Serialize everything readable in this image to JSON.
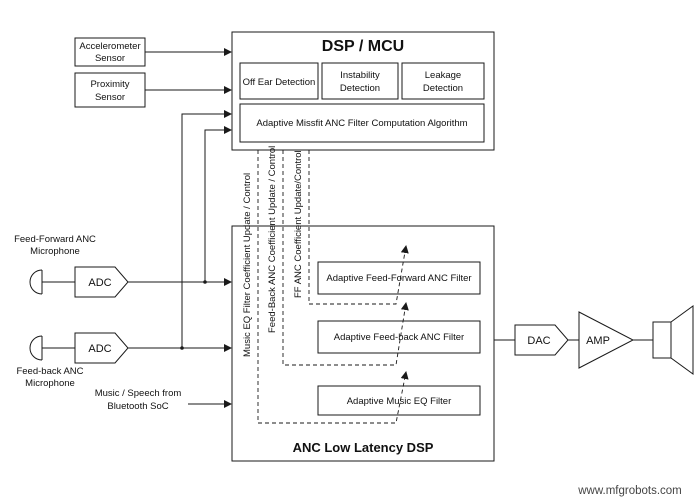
{
  "inputs": {
    "accelerometer": [
      "Accelerometer",
      "Sensor"
    ],
    "proximity": [
      "Proximity",
      "Sensor"
    ],
    "ff_mic": [
      "Feed-Forward ANC",
      "Microphone"
    ],
    "fb_mic": [
      "Feed-back ANC",
      "Microphone"
    ],
    "music": [
      "Music / Speech from",
      "Bluetooth SoC"
    ]
  },
  "adc_label": "ADC",
  "dsp_mcu": {
    "title": "DSP / MCU",
    "off_ear": "Off Ear Detection",
    "instability": [
      "Instability",
      "Detection"
    ],
    "leakage": [
      "Leakage",
      "Detection"
    ],
    "algorithm": "Adaptive Missfit ANC Filter Computation Algorithm"
  },
  "anc_dsp": {
    "title": "ANC Low Latency DSP",
    "ff_filter": "Adaptive Feed-Forward ANC Filter",
    "fb_filter": "Adaptive Feed-back ANC Filter",
    "eq_filter": "Adaptive Music EQ Filter"
  },
  "control_lines": {
    "music_eq": "Music EQ Filter Coefficient Update / Control",
    "feed_back": "Feed-Back ANC Coefficient Update / Control",
    "ff": "FF ANC Coefficient Update/Control"
  },
  "output": {
    "dac": "DAC",
    "amp": "AMP"
  },
  "watermark": "www.mfgrobots.com"
}
